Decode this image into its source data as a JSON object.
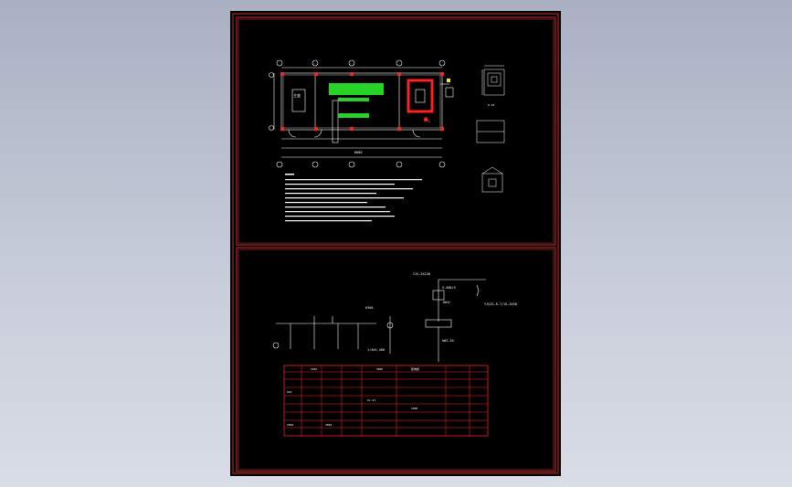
{
  "colors": {
    "background": "#b8bfce",
    "sheet": "#000000",
    "frame": "#c8302c",
    "green_fill": "#27d327",
    "white": "#ffffff",
    "red_line": "#ff2020"
  },
  "labels": {
    "room_left": "主变",
    "dim_bottom": "8080",
    "axis_a": "A",
    "axis_b": "B",
    "axis_c": "C",
    "axis_d": "D",
    "axis_e": "E",
    "panel_right_1": "P-XX",
    "sld_top": "YJV-3X150",
    "sld_meter": "5-500/5",
    "sld_bus": "10kV",
    "sld_cable": "YJV22-8.7/15-3X50",
    "sld_breaker": "630A",
    "sld_out1": "KW2-10",
    "sld_out2": "1/4kV,400",
    "table_h1": "10kV",
    "table_h2": "400V",
    "table_h3": "配电柜",
    "table_r1": "GCK",
    "table_r2": "XL-21",
    "table_r3": "1600",
    "table_r4": "250A",
    "table_r5": "400A"
  }
}
